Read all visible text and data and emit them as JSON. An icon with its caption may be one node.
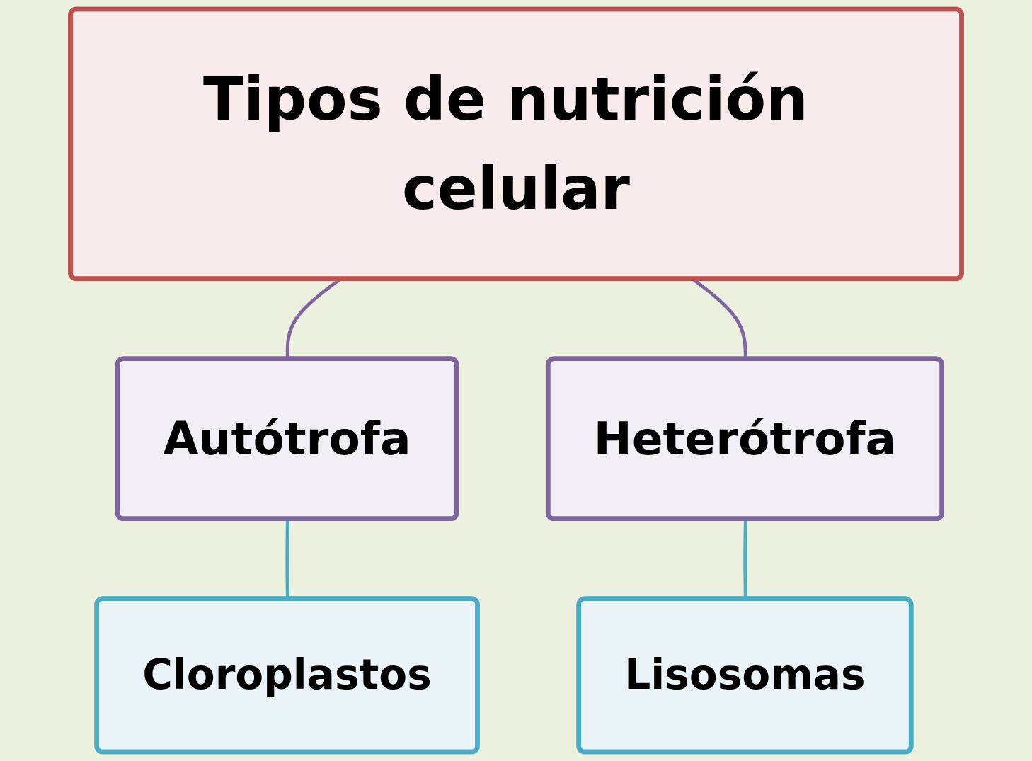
{
  "diagram": {
    "nodes": [
      {
        "text": [
          "Tipos de nutrición celular"
        ]
      },
      {
        "text": [
          "Autótrofa"
        ]
      },
      {
        "text": [
          "Heterótrofa"
        ]
      },
      {
        "text": [
          "Cloroplastos"
        ]
      },
      {
        "text": [
          "Lisosomas"
        ]
      }
    ],
    "edges": [
      {
        "from": 0,
        "to": 1,
        "arrow": "none",
        "color": "#8064a2"
      },
      {
        "from": 0,
        "to": 2,
        "arrow": "none",
        "color": "#8064a2"
      },
      {
        "from": 1,
        "to": 3,
        "arrow": "none",
        "color": "#4bacc6"
      },
      {
        "from": 2,
        "to": 4,
        "arrow": "none",
        "color": "#4bacc6"
      }
    ]
  }
}
